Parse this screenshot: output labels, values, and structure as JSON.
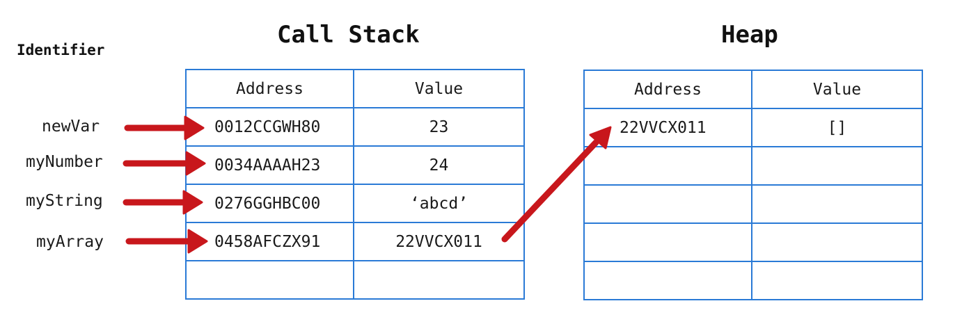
{
  "call_stack": {
    "title": "Call Stack",
    "headers": [
      "Address",
      "Value"
    ],
    "rows": [
      {
        "address": "0012CCGWH80",
        "value": "23"
      },
      {
        "address": "0034AAAAH23",
        "value": "24"
      },
      {
        "address": "0276GGHBC00",
        "value": "‘abcd’"
      },
      {
        "address": "0458AFCZX91",
        "value": "22VVCX011"
      },
      {
        "address": "",
        "value": ""
      }
    ]
  },
  "heap": {
    "title": "Heap",
    "headers": [
      "Address",
      "Value"
    ],
    "rows": [
      {
        "address": "22VVCX011",
        "value": "[]"
      },
      {
        "address": "",
        "value": ""
      },
      {
        "address": "",
        "value": ""
      },
      {
        "address": "",
        "value": ""
      },
      {
        "address": "",
        "value": ""
      }
    ]
  },
  "identifiers": {
    "heading": "Identifier",
    "items": [
      "newVar",
      "myNumber",
      "myString",
      "myArray"
    ]
  },
  "colors": {
    "table_border": "#2a7ad6",
    "arrow": "#c8171c",
    "text": "#1a1a1a"
  }
}
